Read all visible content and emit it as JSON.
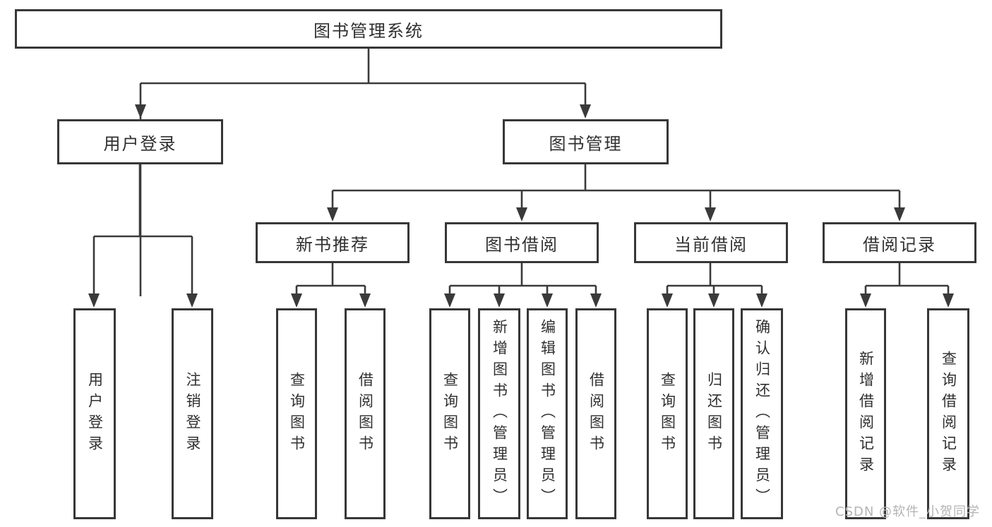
{
  "diagram": {
    "type": "hierarchy-tree",
    "colors": {
      "background": "#ffffff",
      "line": "#3a3a3a",
      "box_border": "#373737",
      "text": "#303030",
      "watermark_text": "#b4b4b4"
    }
  },
  "tree": {
    "root": {
      "label": "图书管理系统",
      "children": [
        {
          "label": "用户登录",
          "children": [
            {
              "label": "用户登录"
            },
            {
              "label": "注销登录"
            }
          ]
        },
        {
          "label": "图书管理",
          "children": [
            {
              "label": "新书推荐",
              "children": [
                {
                  "label": "查询图书"
                },
                {
                  "label": "借阅图书"
                }
              ]
            },
            {
              "label": "图书借阅",
              "children": [
                {
                  "label": "查询图书"
                },
                {
                  "label": "新增图书（管理员）"
                },
                {
                  "label": "编辑图书（管理员）"
                },
                {
                  "label": "借阅图书"
                }
              ]
            },
            {
              "label": "当前借阅",
              "children": [
                {
                  "label": "查询图书"
                },
                {
                  "label": "归还图书"
                },
                {
                  "label": "确认归还（管理员）"
                }
              ]
            },
            {
              "label": "借阅记录",
              "children": [
                {
                  "label": "新增借阅记录"
                },
                {
                  "label": "查询借阅记录"
                }
              ]
            }
          ]
        }
      ]
    }
  },
  "watermark": "CSDN @软件_小贺同学"
}
